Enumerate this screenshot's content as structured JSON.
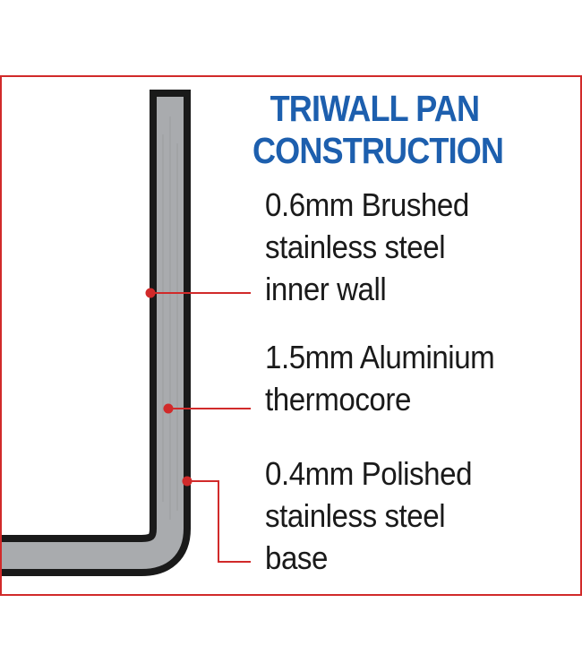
{
  "title": {
    "line1": "TRIWALL PAN",
    "line2": "CONSTRUCTION"
  },
  "layers": [
    {
      "lines": [
        "0.6mm Brushed",
        "stainless steel",
        "inner wall"
      ]
    },
    {
      "lines": [
        "1.5mm Aluminium",
        "thermocore"
      ]
    },
    {
      "lines": [
        "0.4mm Polished",
        "stainless steel",
        "base"
      ]
    }
  ],
  "colors": {
    "title": "#1d5fae",
    "callout": "#d12a2a",
    "pan_outline": "#1a1a1a",
    "pan_core": "#a9abae",
    "text": "#1a1a1a",
    "frame": "#d12a2a"
  }
}
